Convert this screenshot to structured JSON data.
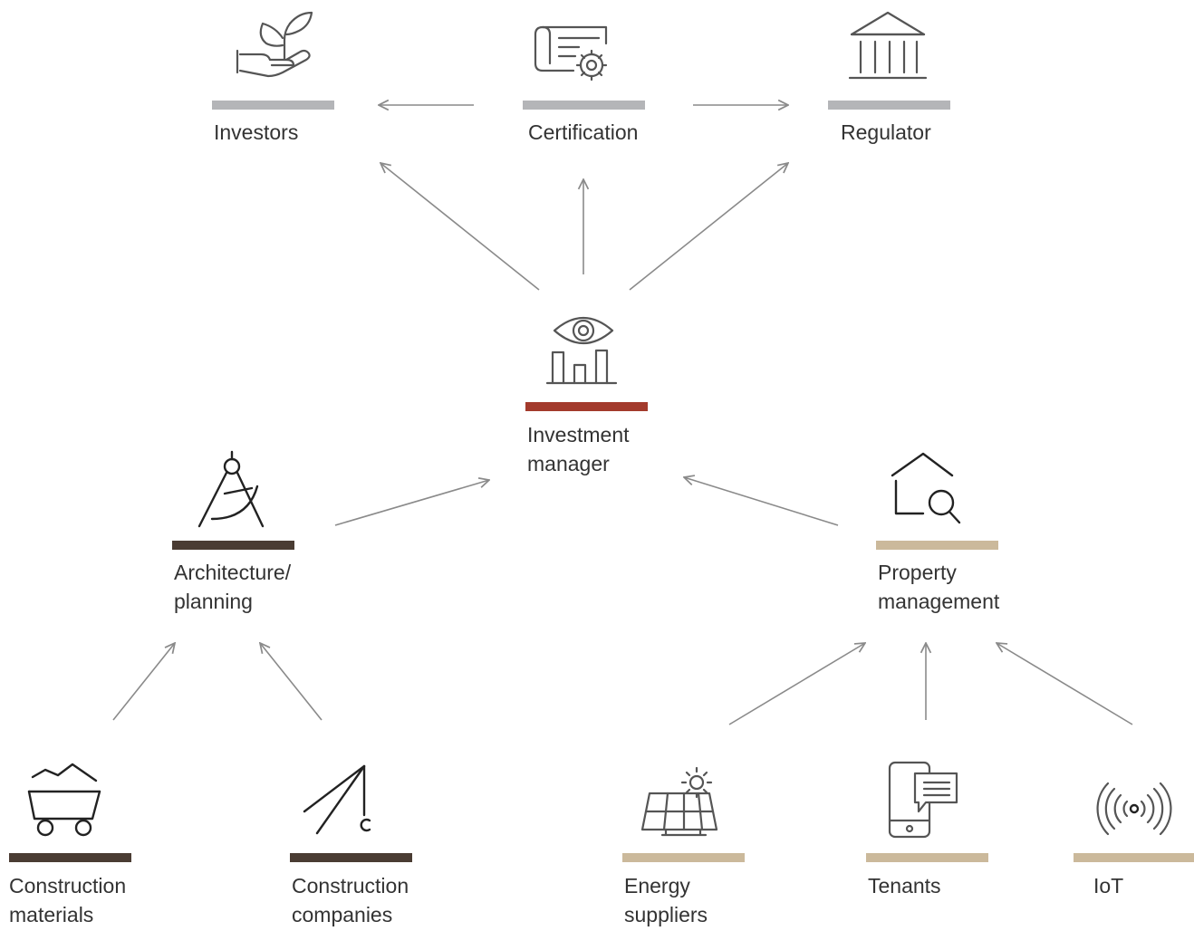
{
  "nodes": {
    "investors": {
      "lines": [
        "Investors"
      ],
      "icon": "plant-in-hand-icon",
      "bar_color": "#b4b5b8"
    },
    "certification": {
      "lines": [
        "Certification"
      ],
      "icon": "certificate-gear-icon",
      "bar_color": "#b4b5b8"
    },
    "regulator": {
      "lines": [
        "Regulator"
      ],
      "icon": "government-building-icon",
      "bar_color": "#b4b5b8"
    },
    "investment_manager": {
      "lines": [
        "Investment",
        "manager"
      ],
      "icon": "eye-chart-icon",
      "bar_color": "#a33a2c"
    },
    "architecture": {
      "lines": [
        "Architecture/",
        "planning"
      ],
      "icon": "drafting-compass-icon",
      "bar_color": "#4a3c33"
    },
    "property_management": {
      "lines": [
        "Property",
        "management"
      ],
      "icon": "house-search-icon",
      "bar_color": "#cbb99b"
    },
    "construction_materials": {
      "lines": [
        "Construction",
        "materials"
      ],
      "icon": "mining-cart-icon",
      "bar_color": "#4a3c33"
    },
    "construction_companies": {
      "lines": [
        "Construction",
        "companies"
      ],
      "icon": "crane-icon",
      "bar_color": "#4a3c33"
    },
    "energy_suppliers": {
      "lines": [
        "Energy",
        "suppliers"
      ],
      "icon": "solar-panel-icon",
      "bar_color": "#cbb99b"
    },
    "tenants": {
      "lines": [
        "Tenants"
      ],
      "icon": "phone-message-icon",
      "bar_color": "#cbb99b"
    },
    "iot": {
      "lines": [
        "IoT"
      ],
      "icon": "signal-broadcast-icon",
      "bar_color": "#cbb99b"
    }
  },
  "arrow_color": "#8a8a8a"
}
